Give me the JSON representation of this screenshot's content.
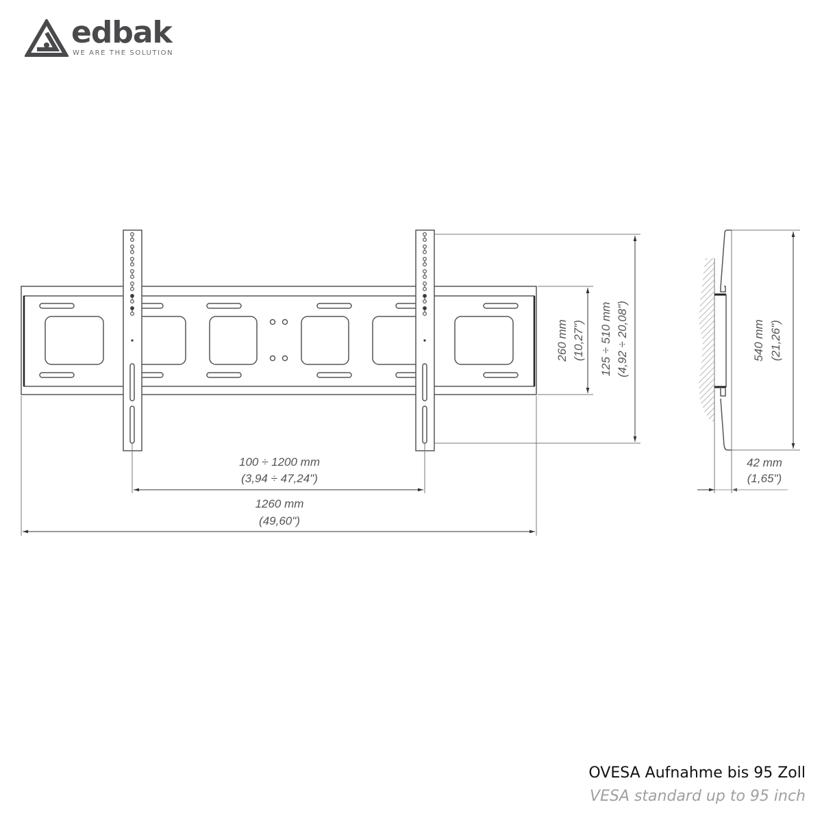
{
  "brand": {
    "name": "edbak",
    "tagline": "WE ARE THE SOLUTION",
    "color": "#4a4a4c"
  },
  "drawing": {
    "line_color": "#555555",
    "front_view": {
      "width_total": {
        "mm": "1260 mm",
        "inch": "(49,60\")"
      },
      "vesa_horizontal": {
        "mm": "100 ÷ 1200 mm",
        "inch": "(3,94 ÷ 47,24\")"
      },
      "bar_height": {
        "mm": "260 mm",
        "inch": "(10,27\")"
      },
      "vesa_vertical": {
        "mm": "125 ÷ 510 mm",
        "inch": "(4,92 ÷ 20,08\")"
      }
    },
    "side_view": {
      "height": {
        "mm": "540 mm",
        "inch": "(21,26\")"
      },
      "depth": {
        "mm": "42 mm",
        "inch": "(1,65\")"
      }
    }
  },
  "captions": {
    "german": "OVESA Aufnahme bis 95 Zoll",
    "english": "VESA standard up to 95 inch"
  }
}
